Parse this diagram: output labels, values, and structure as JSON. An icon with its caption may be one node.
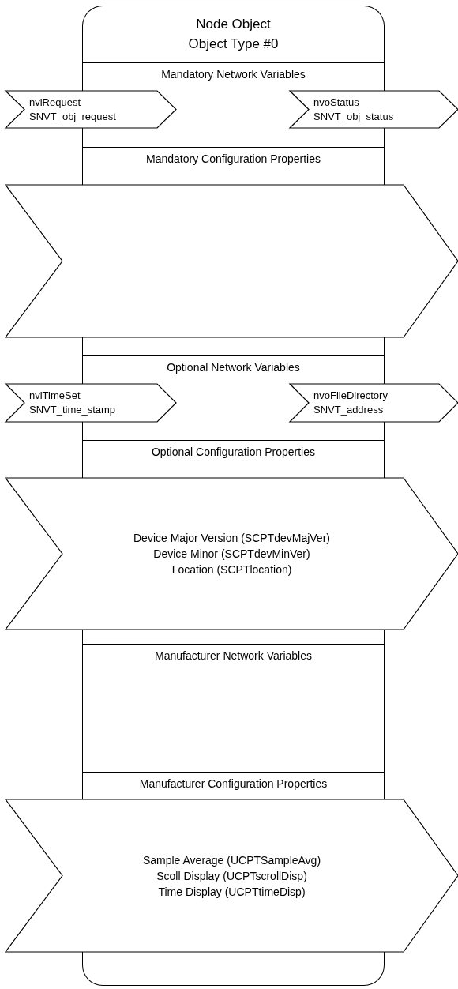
{
  "diagram": {
    "nodes": [
      {
        "text": [
          "Node Object",
          "Object Type #0"
        ]
      },
      {
        "text": [
          "Mandatory Network Variables"
        ],
        "in": 0
      },
      {
        "text": [
          "nviRequest",
          "SNVT_obj_request"
        ]
      },
      {
        "text": [
          "nvoStatus",
          "SNVT_obj_status"
        ]
      },
      {
        "text": [
          "Mandatory Configuration Properties"
        ],
        "in": 0
      },
      {
        "text": [],
        "shape": "chevron"
      },
      {
        "text": [
          "Optional Network Variables"
        ],
        "in": 0
      },
      {
        "text": [
          "nviTimeSet",
          "SNVT_time_stamp"
        ]
      },
      {
        "text": [
          "nvoFileDirectory",
          "SNVT_address"
        ]
      },
      {
        "text": [
          "Optional Configuration Properties"
        ],
        "in": 0
      },
      {
        "text": [
          "Device Major Version (SCPTdevMajVer)",
          "Device Minor (SCPTdevMinVer)",
          "Location (SCPTlocation)"
        ]
      },
      {
        "text": [
          "Manufacturer Network Variables"
        ],
        "in": 0
      },
      {
        "text": [
          "Manufacturer Configuration Properties"
        ],
        "in": 0
      },
      {
        "text": [
          "Sample Average (UCPTSampleAvg)",
          "Scoll Display (UCPTscrollDisp)",
          "Time Display (UCPTtimeDisp)"
        ]
      }
    ]
  }
}
